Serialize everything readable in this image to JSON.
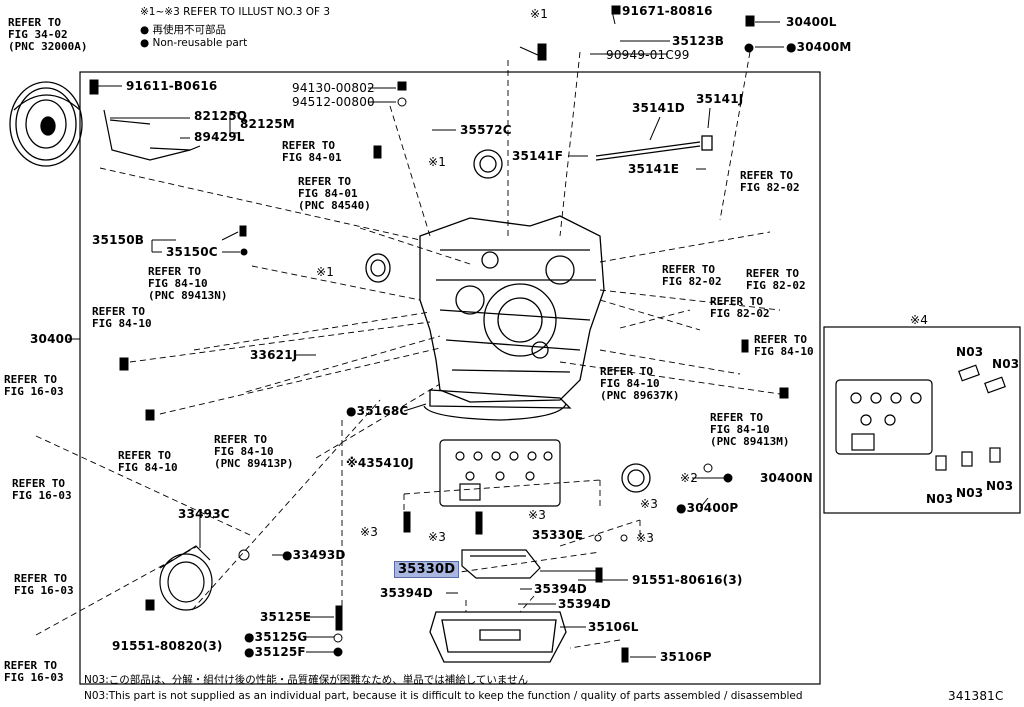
{
  "legend": {
    "line1": "※1~※3 REFER TO ILLUST NO.3 OF 3",
    "line2": "再使用不可部品",
    "line3": "Non-reusable part"
  },
  "refs": {
    "r_34_02": [
      "REFER TO",
      "FIG 34-02",
      "(PNC 32000A)"
    ],
    "r_84_01a": [
      "REFER TO",
      "FIG 84-01"
    ],
    "r_84_01b": [
      "REFER TO",
      "FIG 84-01",
      "(PNC 84540)"
    ],
    "r_84_10a": [
      "REFER TO",
      "FIG 84-10",
      "(PNC 89413N)"
    ],
    "r_84_10b": [
      "REFER TO",
      "FIG 84-10"
    ],
    "r_84_10c": [
      "REFER TO",
      "FIG 84-10"
    ],
    "r_84_10d": [
      "REFER TO",
      "FIG 84-10",
      "(PNC 89413P)"
    ],
    "r_84_10e": [
      "REFER TO",
      "FIG 84-10",
      "(PNC 89637K)"
    ],
    "r_84_10f": [
      "REFER TO",
      "FIG 84-10",
      "(PNC 89413M)"
    ],
    "r_84_10g": [
      "REFER TO",
      "FIG 84-10"
    ],
    "r_82_02a": [
      "REFER TO",
      "FIG 82-02"
    ],
    "r_82_02b": [
      "REFER TO",
      "FIG 82-02"
    ],
    "r_82_02c": [
      "REFER TO",
      "FIG 82-02"
    ],
    "r_82_02d": [
      "REFER TO",
      "FIG 82-02"
    ],
    "r_16_03a": [
      "REFER TO",
      "FIG 16-03"
    ],
    "r_16_03b": [
      "REFER TO",
      "FIG 16-03"
    ],
    "r_16_03c": [
      "REFER TO",
      "FIG 16-03"
    ],
    "r_16_03d": [
      "REFER TO",
      "FIG 16-03"
    ]
  },
  "parts": {
    "p_91671_80816": "91671-80816",
    "p_35123B": "35123B",
    "p_90949_01C99": "90949-01C99",
    "p_30400L": "30400L",
    "p_30400M": "30400M",
    "p_91611_B0616": "91611-B0616",
    "p_82125Q": "82125Q",
    "p_82125M": "82125M",
    "p_89429L": "89429L",
    "p_94130_00802": "94130-00802",
    "p_94512_00800": "94512-00800",
    "p_35572C": "35572C",
    "p_35141D": "35141D",
    "p_35141J": "35141J",
    "p_35141F": "35141F",
    "p_35141E": "35141E",
    "p_35150B": "35150B",
    "p_35150C": "35150C",
    "p_30400": "30400",
    "p_33621J": "33621J",
    "p_35168C": "35168C",
    "p_35410J": "35410J",
    "p_30400N": "30400N",
    "p_30400P": "30400P",
    "p_33493C": "33493C",
    "p_33493D": "33493D",
    "p_35330E": "35330E",
    "p_35330D": "35330D",
    "p_91551_80616": "91551-80616(3)",
    "p_35394D_a": "35394D",
    "p_35394D_b": "35394D",
    "p_35394D_c": "35394D",
    "p_35125E": "35125E",
    "p_35125G": "35125G",
    "p_35125F": "35125F",
    "p_91551_80820": "91551-80820(3)",
    "p_35106L": "35106L",
    "p_35106P": "35106P"
  },
  "marks": {
    "m1": "※1",
    "m1b": "※1",
    "m1c": "※1",
    "m2": "※2",
    "m3a": "※3",
    "m3b": "※3",
    "m3c": "※3",
    "m3d": "※3",
    "m3e": "※3",
    "m4a": "※4",
    "m4b": "※4"
  },
  "inset": {
    "n03a": "N03",
    "n03b": "N03",
    "n03c": "N03",
    "n03d": "N03",
    "n03e": "N03"
  },
  "footer": {
    "note_jp": "N03:この部品は、分解・組付け後の性能・品質確保が困難なため、単品では補給していません",
    "note_en": "N03:This part is not supplied as an individual part, because it is difficult to keep the function / quality of parts assembled / disassembled",
    "illus_no": "341381C"
  },
  "colors": {
    "highlight": "#a9b6e0",
    "line": "#000000"
  }
}
